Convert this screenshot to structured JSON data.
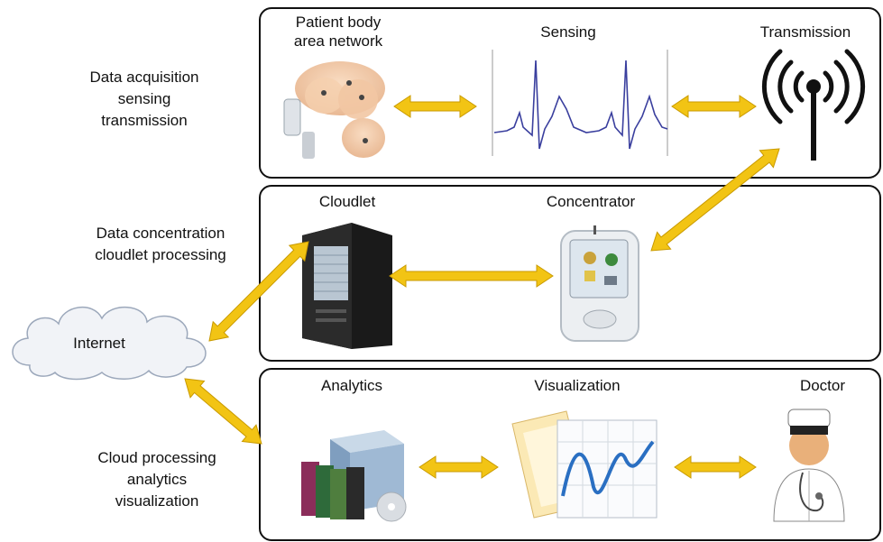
{
  "side_labels": {
    "acquisition": [
      "Data acquisition",
      "sensing",
      "transmission"
    ],
    "concentration": [
      "Data concentration",
      "cloudlet processing"
    ],
    "cloud": [
      "Cloud processing",
      "analytics",
      "visualization"
    ]
  },
  "internet": "Internet",
  "row1": {
    "patient": [
      "Patient body",
      "area network"
    ],
    "sensing": "Sensing",
    "transmission": "Transmission"
  },
  "row2": {
    "cloudlet": "Cloudlet",
    "concentrator": "Concentrator"
  },
  "row3": {
    "analytics": "Analytics",
    "visualization": "Visualization",
    "doctor": "Doctor"
  },
  "colors": {
    "arrow": "#f2c414",
    "arrow_edge": "#c99a00",
    "border": "#111111",
    "ecg": "#3a3f9e"
  },
  "icons": [
    "body-sensor-icon",
    "ecg-waveform-icon",
    "antenna-icon",
    "server-tower-icon",
    "pda-device-icon",
    "cloud-icon",
    "software-box-icon",
    "chart-document-icon",
    "doctor-icon"
  ]
}
